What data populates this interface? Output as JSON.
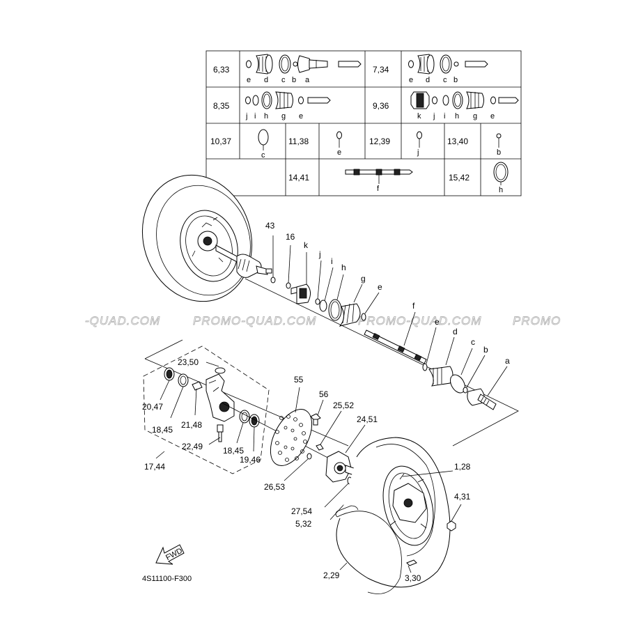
{
  "kit_table": {
    "rows": [
      {
        "cells": [
          {
            "ref": "6,33",
            "letters": [
              "e",
              "d",
              "c",
              "b",
              "a"
            ]
          },
          {
            "ref": "7,34",
            "letters": [
              "e",
              "d",
              "c",
              "b"
            ]
          }
        ]
      },
      {
        "cells": [
          {
            "ref": "8,35",
            "letters": [
              "j",
              "i",
              "h",
              "g",
              "e"
            ]
          },
          {
            "ref": "9,36",
            "letters": [
              "k",
              "j",
              "i",
              "h",
              "g",
              "e"
            ]
          }
        ]
      },
      {
        "cells": [
          {
            "ref": "10,37",
            "letters": [
              "c"
            ]
          },
          {
            "ref": "11,38",
            "letters": [
              "e"
            ]
          },
          {
            "ref": "12,39",
            "letters": [
              "j"
            ]
          },
          {
            "ref": "13,40",
            "letters": [
              "b"
            ]
          }
        ]
      },
      {
        "cells": [
          {
            "ref": "14,41",
            "letters": [
              "f"
            ]
          },
          {
            "ref": "15,42",
            "letters": [
              "h"
            ]
          }
        ]
      }
    ]
  },
  "shaft_callouts": [
    "43",
    "16",
    "k",
    "j",
    "i",
    "h",
    "g",
    "e",
    "f",
    "e",
    "d",
    "c",
    "b",
    "a"
  ],
  "knuckle_callouts": [
    "23,50",
    "20,47",
    "18,45",
    "21,48",
    "22,49",
    "18,45",
    "19,46",
    "17,44"
  ],
  "hub_callouts": [
    "55",
    "56",
    "25,52",
    "24,51",
    "26,53",
    "27,54",
    "5,32",
    "1,28",
    "4,31",
    "2,29",
    "3,30"
  ],
  "watermark": {
    "segments": [
      "-QUAD.COM",
      "PROMO-QUAD.COM",
      "PROMO-QUAD.COM",
      "PROMO"
    ]
  },
  "fwd_label": "FWD",
  "figure_code": "4S11100-F300"
}
